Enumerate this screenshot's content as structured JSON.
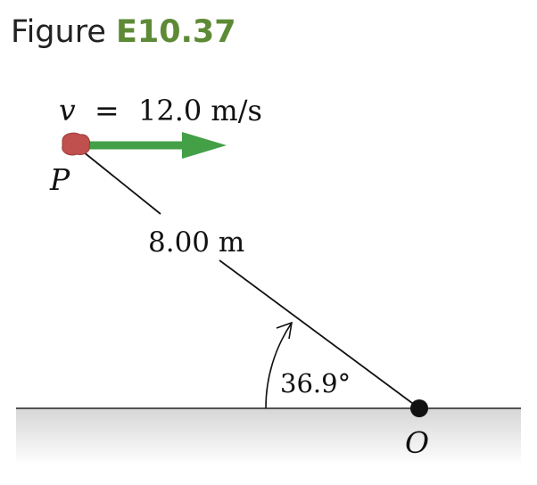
{
  "figure": {
    "label": "Figure",
    "number": "E10.37"
  },
  "velocity": {
    "symbol": "v",
    "equals": "=",
    "value": "12.0 m/s"
  },
  "point_p": "P",
  "point_o": "O",
  "length_label": "8.00 m",
  "angle_label": "36.9°",
  "colors": {
    "title_accent": "#5d8a36",
    "arrow": "#43a047",
    "particle": "#c0504d",
    "ground": "#dcdcdc"
  }
}
